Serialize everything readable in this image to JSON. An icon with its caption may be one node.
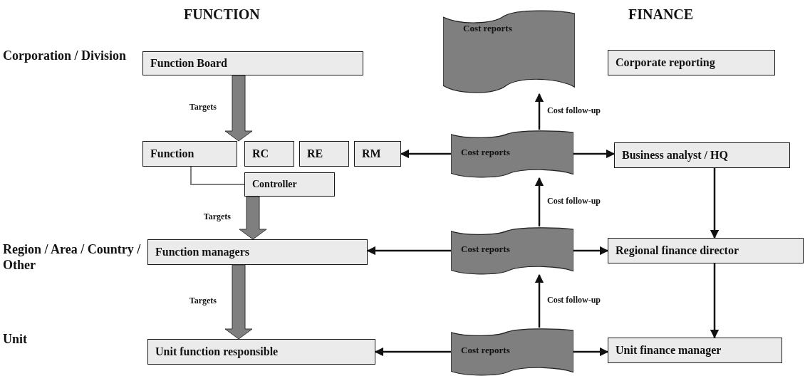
{
  "diagram": {
    "nodes": [
      {
        "text": [
          "Function Board"
        ]
      },
      {
        "text": [
          "Corporate reporting"
        ]
      },
      {
        "text": [
          "Cost reports"
        ]
      },
      {
        "text": [
          "Function"
        ]
      },
      {
        "text": [
          "RC"
        ]
      },
      {
        "text": [
          "RE"
        ]
      },
      {
        "text": [
          "RM"
        ]
      },
      {
        "text": [
          "Controller"
        ]
      },
      {
        "text": [
          "Cost reports"
        ]
      },
      {
        "text": [
          "Business analyst / HQ"
        ]
      },
      {
        "text": [
          "Function managers"
        ]
      },
      {
        "text": [
          "Cost reports"
        ]
      },
      {
        "text": [
          "Regional finance director"
        ]
      },
      {
        "text": [
          "Unit function responsible"
        ]
      },
      {
        "text": [
          "Cost reports"
        ]
      },
      {
        "text": [
          "Unit finance manager"
        ]
      }
    ],
    "edges": [
      {
        "from": 0,
        "to": 3,
        "arrow": "to",
        "label": "Targets",
        "style": "thick",
        "color": "#7f7f7f"
      },
      {
        "from": 7,
        "to": 10,
        "arrow": "to",
        "label": "Targets",
        "style": "thick",
        "color": "#7f7f7f"
      },
      {
        "from": 10,
        "to": 13,
        "arrow": "to",
        "label": "Targets",
        "style": "thick",
        "color": "#7f7f7f"
      },
      {
        "from": 3,
        "to": 7,
        "arrow": "none",
        "color": "#7f7f7f"
      },
      {
        "from": 8,
        "to": 6,
        "arrow": "to"
      },
      {
        "from": 8,
        "to": 9,
        "arrow": "to"
      },
      {
        "from": 8,
        "to": 2,
        "arrow": "to",
        "label": "Cost follow-up"
      },
      {
        "from": 11,
        "to": 8,
        "arrow": "to",
        "label": "Cost follow-up"
      },
      {
        "from": 11,
        "to": 10,
        "arrow": "to"
      },
      {
        "from": 11,
        "to": 12,
        "arrow": "to"
      },
      {
        "from": 14,
        "to": 11,
        "arrow": "to",
        "label": "Cost follow-up"
      },
      {
        "from": 14,
        "to": 13,
        "arrow": "to"
      },
      {
        "from": 14,
        "to": 15,
        "arrow": "to"
      },
      {
        "from": 9,
        "to": 12,
        "arrow": "to"
      },
      {
        "from": 12,
        "to": 15,
        "arrow": "to"
      }
    ],
    "labels": [
      "FUNCTION",
      "FINANCE",
      "Corporation / Division",
      "Region / Area / Country / Other",
      "Unit"
    ]
  }
}
